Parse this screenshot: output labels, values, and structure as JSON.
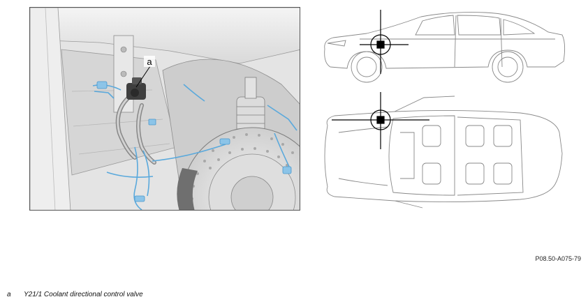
{
  "callout_letter": "a",
  "figure_code": "P08.50-A075-79",
  "legend": [
    {
      "key": "a",
      "text": "Y21/1 Coolant directional control valve"
    }
  ]
}
